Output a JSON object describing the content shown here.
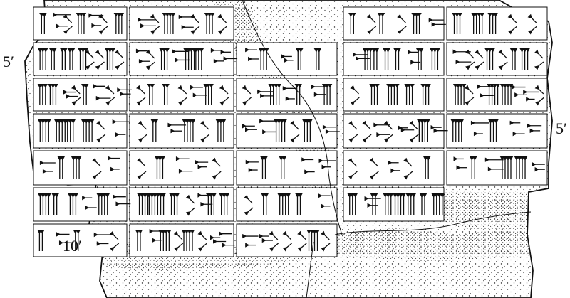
{
  "line_numbers": {
    "left_upper": "5′",
    "right_upper": "5′",
    "left_lower": "10′"
  },
  "colors": {
    "ink": "#111111",
    "paper": "#ffffff"
  }
}
